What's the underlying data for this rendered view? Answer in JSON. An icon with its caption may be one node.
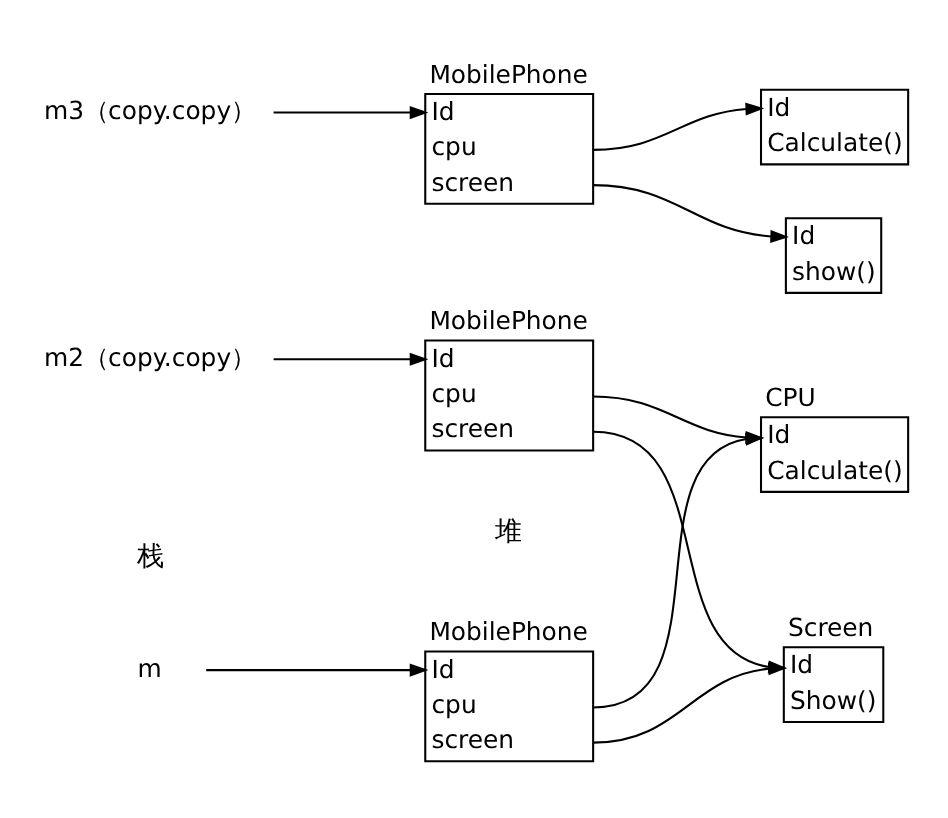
{
  "diagram": {
    "nodes": [
      {
        "text": [
          "m"
        ]
      },
      {
        "text": [
          "MobilePhone",
          "Id",
          "cpu",
          "screen"
        ]
      },
      {
        "text": [
          "CPU",
          "Id",
          "Calculate()"
        ]
      },
      {
        "text": [
          "Screen",
          "Id",
          "Show()"
        ]
      },
      {
        "text": [
          "m2（copy.copy）"
        ]
      },
      {
        "text": [
          "MobilePhone",
          "Id",
          "cpu",
          "screen"
        ]
      },
      {
        "text": [
          "m3（copy.copy）"
        ]
      },
      {
        "text": [
          "MobilePhone",
          "Id",
          "cpu",
          "screen"
        ]
      },
      {
        "text": [
          "Id",
          "Calculate()"
        ]
      },
      {
        "text": [
          "Id",
          "show()"
        ]
      }
    ],
    "edges": [
      {
        "from": 0,
        "to": 1,
        "arrow": "to"
      },
      {
        "from": 1,
        "to": 2,
        "arrow": "to"
      },
      {
        "from": 1,
        "to": 3,
        "arrow": "to"
      },
      {
        "from": 4,
        "to": 5,
        "arrow": "to"
      },
      {
        "from": 5,
        "to": 2,
        "arrow": "to"
      },
      {
        "from": 5,
        "to": 3,
        "arrow": "to"
      },
      {
        "from": 6,
        "to": 7,
        "arrow": "to"
      },
      {
        "from": 7,
        "to": 8,
        "arrow": "to"
      },
      {
        "from": 7,
        "to": 9,
        "arrow": "to"
      }
    ],
    "labels": [
      "栈",
      "堆"
    ]
  }
}
